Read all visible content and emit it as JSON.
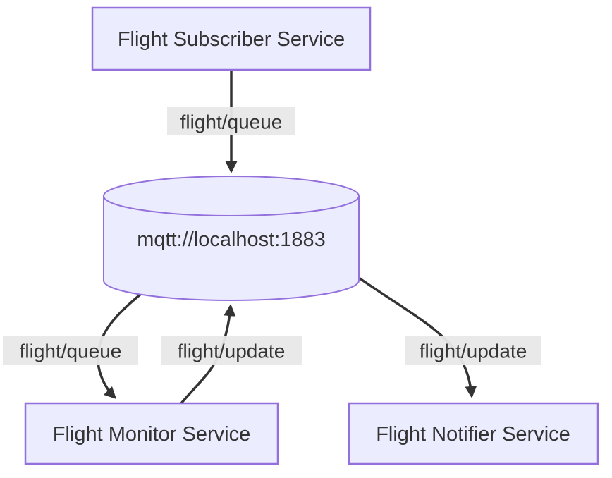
{
  "diagram": {
    "type": "flowchart",
    "direction": "top-down",
    "background": "#ffffff",
    "colors": {
      "node_fill": "#ECECFF",
      "node_border": "#9370DB",
      "text": "#333333",
      "edge": "#333333",
      "edge_label_bg": "#e8e8e8"
    },
    "nodes": [
      {
        "id": "subscriber",
        "label": "Flight Subscriber Service",
        "shape": "rect"
      },
      {
        "id": "broker",
        "label": "mqtt://localhost:1883",
        "shape": "cylinder"
      },
      {
        "id": "monitor",
        "label": "Flight Monitor Service",
        "shape": "rect"
      },
      {
        "id": "notifier",
        "label": "Flight Notifier Service",
        "shape": "rect"
      }
    ],
    "edges": [
      {
        "from": "subscriber",
        "to": "broker",
        "label": "flight/queue"
      },
      {
        "from": "broker",
        "to": "monitor",
        "label": "flight/queue"
      },
      {
        "from": "monitor",
        "to": "broker",
        "label": "flight/update"
      },
      {
        "from": "broker",
        "to": "notifier",
        "label": "flight/update"
      }
    ]
  }
}
